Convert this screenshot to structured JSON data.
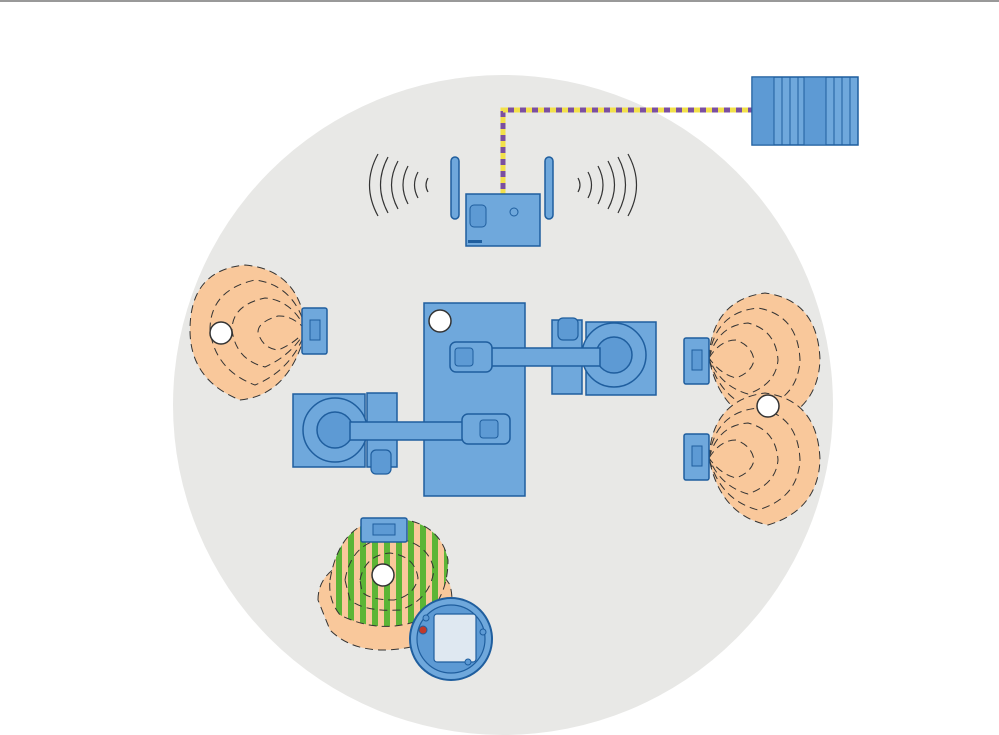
{
  "diagram": {
    "markers": [
      {
        "id": "marker-left-reader",
        "label": ""
      },
      {
        "id": "marker-robot-table",
        "label": ""
      },
      {
        "id": "marker-right-readers",
        "label": ""
      },
      {
        "id": "marker-handheld-zone",
        "label": ""
      }
    ],
    "colors": {
      "background_zone": "#e8e8e6",
      "device_blue": "#6fa8dc",
      "device_stroke": "#1f5e9e",
      "field_orange": "#f9c89b",
      "field_green": "#5cb536",
      "cable_yellow": "#f2e04b",
      "cable_purple": "#7b4fa0"
    },
    "icons": [
      "access-point-icon",
      "plc-rack-icon",
      "robot-arm-icon",
      "transponder-reader-icon",
      "handheld-terminal-icon",
      "wireless-wave-icon"
    ]
  }
}
